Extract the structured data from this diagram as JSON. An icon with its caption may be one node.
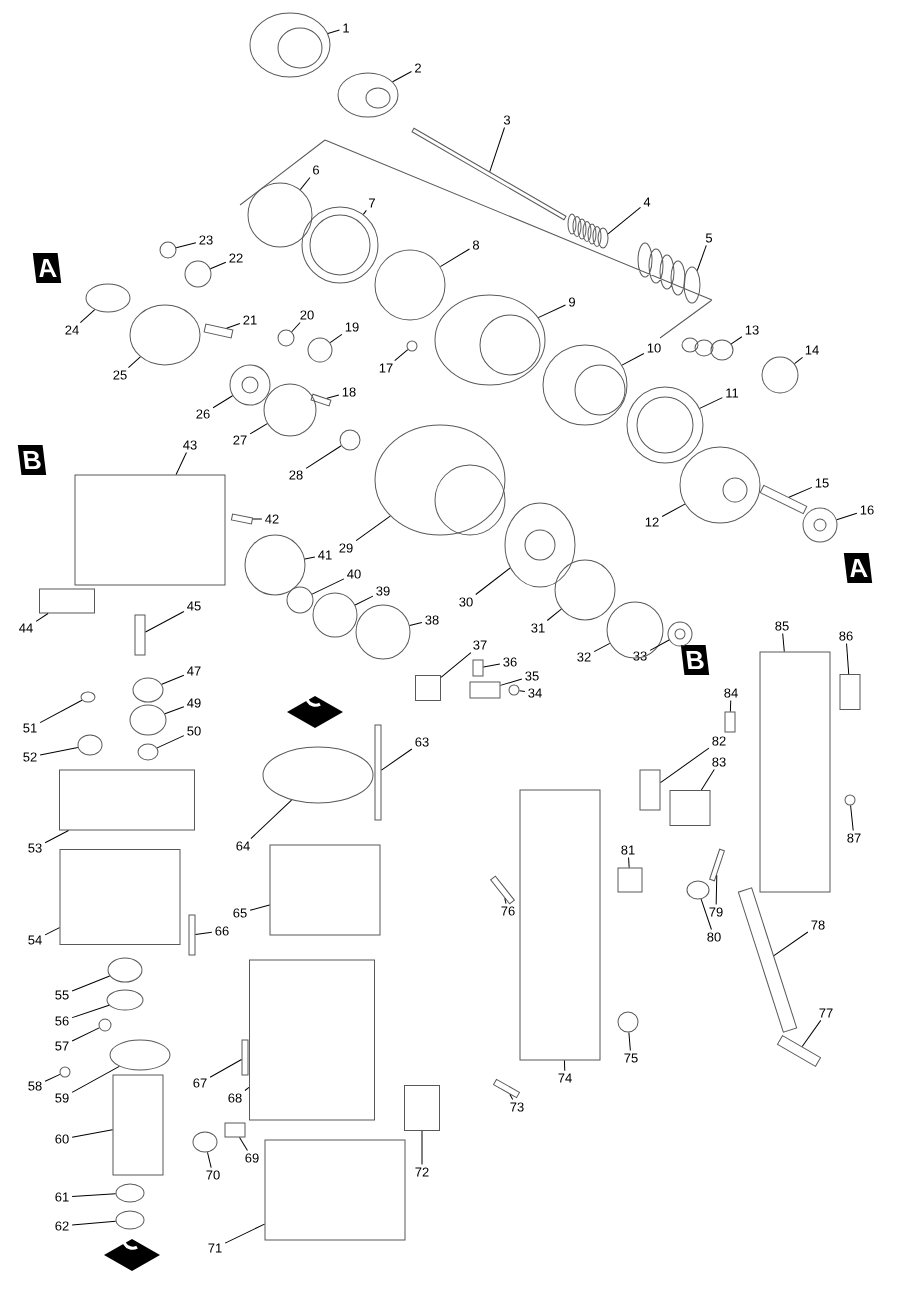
{
  "diagram": {
    "nodes": [
      {
        "text": [
          "1"
        ]
      },
      {
        "text": [
          "2"
        ]
      },
      {
        "text": [
          "3"
        ]
      },
      {
        "text": [
          "4"
        ]
      },
      {
        "text": [
          "5"
        ]
      },
      {
        "text": [
          "6"
        ]
      },
      {
        "text": [
          "7"
        ]
      },
      {
        "text": [
          "8"
        ]
      },
      {
        "text": [
          "9"
        ]
      },
      {
        "text": [
          "10"
        ]
      },
      {
        "text": [
          "11"
        ]
      },
      {
        "text": [
          "12"
        ]
      },
      {
        "text": [
          "13"
        ]
      },
      {
        "text": [
          "14"
        ]
      },
      {
        "text": [
          "15"
        ]
      },
      {
        "text": [
          "16"
        ]
      },
      {
        "text": [
          "17"
        ]
      },
      {
        "text": [
          "18"
        ]
      },
      {
        "text": [
          "19"
        ]
      },
      {
        "text": [
          "20"
        ]
      },
      {
        "text": [
          "21"
        ]
      },
      {
        "text": [
          "22"
        ]
      },
      {
        "text": [
          "23"
        ]
      },
      {
        "text": [
          "24"
        ]
      },
      {
        "text": [
          "25"
        ]
      },
      {
        "text": [
          "26"
        ]
      },
      {
        "text": [
          "27"
        ]
      },
      {
        "text": [
          "28"
        ]
      },
      {
        "text": [
          "29"
        ]
      },
      {
        "text": [
          "30"
        ]
      },
      {
        "text": [
          "31"
        ]
      },
      {
        "text": [
          "32"
        ]
      },
      {
        "text": [
          "33"
        ]
      },
      {
        "text": [
          "34"
        ]
      },
      {
        "text": [
          "35"
        ]
      },
      {
        "text": [
          "36"
        ]
      },
      {
        "text": [
          "37"
        ]
      },
      {
        "text": [
          "38"
        ]
      },
      {
        "text": [
          "39"
        ]
      },
      {
        "text": [
          "40"
        ]
      },
      {
        "text": [
          "41"
        ]
      },
      {
        "text": [
          "42"
        ]
      },
      {
        "text": [
          "43"
        ]
      },
      {
        "text": [
          "44"
        ]
      },
      {
        "text": [
          "45"
        ]
      },
      {
        "text": [
          "47"
        ]
      },
      {
        "text": [
          "49"
        ]
      },
      {
        "text": [
          "50"
        ]
      },
      {
        "text": [
          "51"
        ]
      },
      {
        "text": [
          "52"
        ]
      },
      {
        "text": [
          "53"
        ]
      },
      {
        "text": [
          "54"
        ]
      },
      {
        "text": [
          "55"
        ]
      },
      {
        "text": [
          "56"
        ]
      },
      {
        "text": [
          "57"
        ]
      },
      {
        "text": [
          "58"
        ]
      },
      {
        "text": [
          "59"
        ]
      },
      {
        "text": [
          "60"
        ]
      },
      {
        "text": [
          "61"
        ]
      },
      {
        "text": [
          "62"
        ]
      },
      {
        "text": [
          "63"
        ]
      },
      {
        "text": [
          "64"
        ]
      },
      {
        "text": [
          "65"
        ]
      },
      {
        "text": [
          "66"
        ]
      },
      {
        "text": [
          "67"
        ]
      },
      {
        "text": [
          "68"
        ]
      },
      {
        "text": [
          "69"
        ]
      },
      {
        "text": [
          "70"
        ]
      },
      {
        "text": [
          "71"
        ]
      },
      {
        "text": [
          "72"
        ]
      },
      {
        "text": [
          "73"
        ]
      },
      {
        "text": [
          "74"
        ]
      },
      {
        "text": [
          "75"
        ]
      },
      {
        "text": [
          "76"
        ]
      },
      {
        "text": [
          "77"
        ]
      },
      {
        "text": [
          "78"
        ]
      },
      {
        "text": [
          "79"
        ]
      },
      {
        "text": [
          "80"
        ]
      },
      {
        "text": [
          "81"
        ]
      },
      {
        "text": [
          "82"
        ]
      },
      {
        "text": [
          "83"
        ]
      },
      {
        "text": [
          "84"
        ]
      },
      {
        "text": [
          "85"
        ]
      },
      {
        "text": [
          "86"
        ]
      },
      {
        "text": [
          "87"
        ]
      },
      {
        "text": [],
        "shape": "circle"
      },
      {
        "text": [],
        "shape": "circle"
      },
      {
        "text": [],
        "shape": "bar"
      },
      {
        "text": [],
        "shape": "circle"
      },
      {
        "text": [],
        "shape": "circle"
      },
      {
        "text": [],
        "shape": "circle"
      },
      {
        "text": [],
        "shape": "circle"
      },
      {
        "text": [],
        "shape": "circle"
      },
      {
        "text": [],
        "shape": "circle"
      },
      {
        "text": [],
        "shape": "circle"
      },
      {
        "text": [],
        "shape": "circle"
      },
      {
        "text": [],
        "shape": "circle"
      },
      {
        "text": [],
        "shape": "circle"
      },
      {
        "text": [],
        "shape": "circle"
      },
      {
        "text": [],
        "shape": "bar"
      },
      {
        "text": [],
        "shape": "circle"
      },
      {
        "text": [],
        "shape": "circle"
      },
      {
        "text": [],
        "shape": "bar"
      },
      {
        "text": [],
        "shape": "circle"
      },
      {
        "text": [],
        "shape": "circle"
      },
      {
        "text": [],
        "shape": "bar"
      },
      {
        "text": [],
        "shape": "circle"
      },
      {
        "text": [],
        "shape": "circle"
      },
      {
        "text": [],
        "shape": "circle"
      },
      {
        "text": [],
        "shape": "circle"
      },
      {
        "text": [],
        "shape": "circle"
      },
      {
        "text": [],
        "shape": "circle"
      },
      {
        "text": [],
        "shape": "circle"
      },
      {
        "text": [],
        "shape": "circle"
      },
      {
        "text": [],
        "shape": "circle"
      },
      {
        "text": [],
        "shape": "circle"
      },
      {
        "text": [],
        "shape": "circle"
      },
      {
        "text": [],
        "shape": "circle"
      },
      {
        "text": [],
        "shape": "circle"
      },
      {
        "text": [],
        "shape": "box"
      },
      {
        "text": [],
        "shape": "box"
      },
      {
        "text": [],
        "shape": "box"
      },
      {
        "text": [],
        "shape": "circle"
      },
      {
        "text": [],
        "shape": "circle"
      },
      {
        "text": [],
        "shape": "circle"
      },
      {
        "text": [],
        "shape": "circle"
      },
      {
        "text": [],
        "shape": "bar"
      },
      {
        "text": [],
        "shape": "box"
      },
      {
        "text": [],
        "shape": "box"
      },
      {
        "text": [],
        "shape": "bar"
      },
      {
        "text": [],
        "shape": "circle"
      },
      {
        "text": [],
        "shape": "circle"
      },
      {
        "text": [],
        "shape": "circle"
      },
      {
        "text": [],
        "shape": "circle"
      },
      {
        "text": [],
        "shape": "circle"
      },
      {
        "text": [],
        "shape": "box"
      },
      {
        "text": [],
        "shape": "box"
      },
      {
        "text": [],
        "shape": "circle"
      },
      {
        "text": [],
        "shape": "circle"
      },
      {
        "text": [],
        "shape": "circle"
      },
      {
        "text": [],
        "shape": "circle"
      },
      {
        "text": [],
        "shape": "circle"
      },
      {
        "text": [],
        "shape": "box"
      },
      {
        "text": [],
        "shape": "circle"
      },
      {
        "text": [],
        "shape": "circle"
      },
      {
        "text": [],
        "shape": "bar"
      },
      {
        "text": [],
        "shape": "circle"
      },
      {
        "text": [],
        "shape": "box"
      },
      {
        "text": [],
        "shape": "bar"
      },
      {
        "text": [],
        "shape": "bar"
      },
      {
        "text": [],
        "shape": "box"
      },
      {
        "text": [],
        "shape": "box"
      },
      {
        "text": [],
        "shape": "circle"
      },
      {
        "text": [],
        "shape": "box"
      },
      {
        "text": [],
        "shape": "box"
      },
      {
        "text": [],
        "shape": "bar"
      },
      {
        "text": [],
        "shape": "box"
      },
      {
        "text": [],
        "shape": "circle"
      },
      {
        "text": [],
        "shape": "bar"
      },
      {
        "text": [],
        "shape": "bar"
      },
      {
        "text": [],
        "shape": "bar"
      },
      {
        "text": [],
        "shape": "bar"
      },
      {
        "text": [],
        "shape": "circle"
      },
      {
        "text": [],
        "shape": "box"
      },
      {
        "text": [],
        "shape": "box"
      },
      {
        "text": [],
        "shape": "box"
      },
      {
        "text": [],
        "shape": "box"
      },
      {
        "text": [],
        "shape": "box"
      },
      {
        "text": [],
        "shape": "box"
      },
      {
        "text": [],
        "shape": "circle"
      }
    ],
    "edges": [
      {
        "from": 0,
        "to": 85,
        "arrow": "none"
      },
      {
        "from": 1,
        "to": 86,
        "arrow": "none"
      },
      {
        "from": 2,
        "to": 87,
        "arrow": "none"
      },
      {
        "from": 3,
        "to": 88,
        "arrow": "none"
      },
      {
        "from": 4,
        "to": 89,
        "arrow": "none"
      },
      {
        "from": 5,
        "to": 90,
        "arrow": "none"
      },
      {
        "from": 6,
        "to": 91,
        "arrow": "none"
      },
      {
        "from": 7,
        "to": 92,
        "arrow": "none"
      },
      {
        "from": 8,
        "to": 93,
        "arrow": "none"
      },
      {
        "from": 9,
        "to": 94,
        "arrow": "none"
      },
      {
        "from": 10,
        "to": 95,
        "arrow": "none"
      },
      {
        "from": 11,
        "to": 96,
        "arrow": "none"
      },
      {
        "from": 12,
        "to": 97,
        "arrow": "none"
      },
      {
        "from": 13,
        "to": 98,
        "arrow": "none"
      },
      {
        "from": 14,
        "to": 99,
        "arrow": "none"
      },
      {
        "from": 15,
        "to": 100,
        "arrow": "none"
      },
      {
        "from": 16,
        "to": 101,
        "arrow": "none"
      },
      {
        "from": 17,
        "to": 102,
        "arrow": "none"
      },
      {
        "from": 18,
        "to": 103,
        "arrow": "none"
      },
      {
        "from": 19,
        "to": 104,
        "arrow": "none"
      },
      {
        "from": 20,
        "to": 105,
        "arrow": "none"
      },
      {
        "from": 21,
        "to": 106,
        "arrow": "none"
      },
      {
        "from": 22,
        "to": 107,
        "arrow": "none"
      },
      {
        "from": 23,
        "to": 108,
        "arrow": "none"
      },
      {
        "from": 24,
        "to": 109,
        "arrow": "none"
      },
      {
        "from": 25,
        "to": 110,
        "arrow": "none"
      },
      {
        "from": 26,
        "to": 111,
        "arrow": "none"
      },
      {
        "from": 27,
        "to": 112,
        "arrow": "none"
      },
      {
        "from": 28,
        "to": 113,
        "arrow": "none"
      },
      {
        "from": 29,
        "to": 114,
        "arrow": "none"
      },
      {
        "from": 30,
        "to": 115,
        "arrow": "none"
      },
      {
        "from": 31,
        "to": 116,
        "arrow": "none"
      },
      {
        "from": 32,
        "to": 117,
        "arrow": "none"
      },
      {
        "from": 33,
        "to": 118,
        "arrow": "none"
      },
      {
        "from": 34,
        "to": 119,
        "arrow": "none"
      },
      {
        "from": 35,
        "to": 120,
        "arrow": "none"
      },
      {
        "from": 36,
        "to": 121,
        "arrow": "none"
      },
      {
        "from": 37,
        "to": 122,
        "arrow": "none"
      },
      {
        "from": 38,
        "to": 123,
        "arrow": "none"
      },
      {
        "from": 39,
        "to": 124,
        "arrow": "none"
      },
      {
        "from": 40,
        "to": 125,
        "arrow": "none"
      },
      {
        "from": 41,
        "to": 126,
        "arrow": "none"
      },
      {
        "from": 42,
        "to": 127,
        "arrow": "none"
      },
      {
        "from": 43,
        "to": 128,
        "arrow": "none"
      },
      {
        "from": 44,
        "to": 129,
        "arrow": "none"
      },
      {
        "from": 45,
        "to": 130,
        "arrow": "none"
      },
      {
        "from": 46,
        "to": 131,
        "arrow": "none"
      },
      {
        "from": 47,
        "to": 132,
        "arrow": "none"
      },
      {
        "from": 48,
        "to": 133,
        "arrow": "none"
      },
      {
        "from": 49,
        "to": 134,
        "arrow": "none"
      },
      {
        "from": 50,
        "to": 135,
        "arrow": "none"
      },
      {
        "from": 51,
        "to": 136,
        "arrow": "none"
      },
      {
        "from": 52,
        "to": 137,
        "arrow": "none"
      },
      {
        "from": 53,
        "to": 138,
        "arrow": "none"
      },
      {
        "from": 54,
        "to": 139,
        "arrow": "none"
      },
      {
        "from": 55,
        "to": 140,
        "arrow": "none"
      },
      {
        "from": 56,
        "to": 141,
        "arrow": "none"
      },
      {
        "from": 57,
        "to": 142,
        "arrow": "none"
      },
      {
        "from": 58,
        "to": 143,
        "arrow": "none"
      },
      {
        "from": 59,
        "to": 144,
        "arrow": "none"
      },
      {
        "from": 60,
        "to": 145,
        "arrow": "none"
      },
      {
        "from": 61,
        "to": 146,
        "arrow": "none"
      },
      {
        "from": 62,
        "to": 147,
        "arrow": "none"
      },
      {
        "from": 63,
        "to": 148,
        "arrow": "none"
      },
      {
        "from": 64,
        "to": 149,
        "arrow": "none"
      },
      {
        "from": 65,
        "to": 150,
        "arrow": "none"
      },
      {
        "from": 66,
        "to": 151,
        "arrow": "none"
      },
      {
        "from": 67,
        "to": 152,
        "arrow": "none"
      },
      {
        "from": 68,
        "to": 153,
        "arrow": "none"
      },
      {
        "from": 69,
        "to": 154,
        "arrow": "none"
      },
      {
        "from": 70,
        "to": 155,
        "arrow": "none"
      },
      {
        "from": 71,
        "to": 156,
        "arrow": "none"
      },
      {
        "from": 72,
        "to": 157,
        "arrow": "none"
      },
      {
        "from": 73,
        "to": 158,
        "arrow": "none"
      },
      {
        "from": 74,
        "to": 159,
        "arrow": "none"
      },
      {
        "from": 75,
        "to": 160,
        "arrow": "none"
      },
      {
        "from": 76,
        "to": 161,
        "arrow": "none"
      },
      {
        "from": 77,
        "to": 162,
        "arrow": "none"
      },
      {
        "from": 78,
        "to": 163,
        "arrow": "none"
      },
      {
        "from": 79,
        "to": 164,
        "arrow": "none"
      },
      {
        "from": 80,
        "to": 165,
        "arrow": "none"
      },
      {
        "from": 81,
        "to": 166,
        "arrow": "none"
      },
      {
        "from": 82,
        "to": 167,
        "arrow": "none"
      },
      {
        "from": 83,
        "to": 168,
        "arrow": "none"
      },
      {
        "from": 84,
        "to": 169,
        "arrow": "none"
      }
    ],
    "labels": [
      "A",
      "B",
      "A",
      "B"
    ]
  }
}
